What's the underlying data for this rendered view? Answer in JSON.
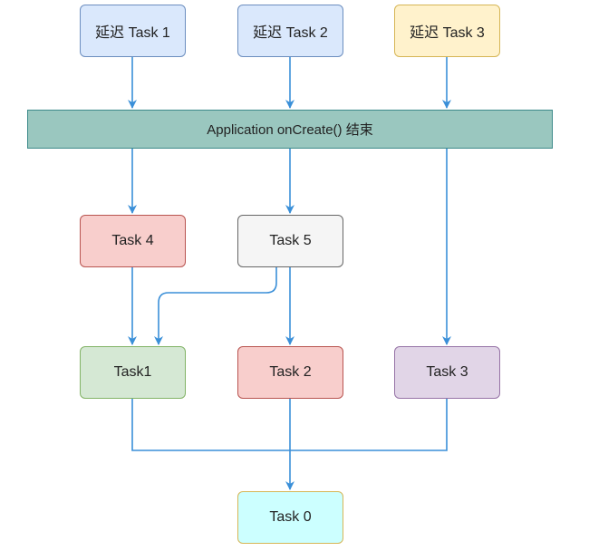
{
  "nodes": {
    "delay1": {
      "label": "延迟 Task 1",
      "fill": "#dae8fc",
      "stroke": "#6c8ebf"
    },
    "delay2": {
      "label": "延迟 Task 2",
      "fill": "#dae8fc",
      "stroke": "#6c8ebf"
    },
    "delay3": {
      "label": "延迟 Task 3",
      "fill": "#fff2cc",
      "stroke": "#d6b656"
    },
    "bar": {
      "label": "Application onCreate() 结束",
      "fill": "#9ac7bf",
      "stroke": "#3d8a8a"
    },
    "task4": {
      "label": "Task 4",
      "fill": "#f8cecc",
      "stroke": "#b85450"
    },
    "task5": {
      "label": "Task 5",
      "fill": "#f5f5f5",
      "stroke": "#666666"
    },
    "task1": {
      "label": "Task1",
      "fill": "#d5e8d4",
      "stroke": "#82b366"
    },
    "task2": {
      "label": "Task 2",
      "fill": "#f8cecc",
      "stroke": "#b85450"
    },
    "task3": {
      "label": "Task 3",
      "fill": "#e1d5e7",
      "stroke": "#9673a6"
    },
    "task0": {
      "label": "Task 0",
      "fill": "#ccffff",
      "stroke": "#d6b656"
    }
  },
  "edge_color": "#3a8fd8",
  "merge_line_color": "#3a8fd8"
}
